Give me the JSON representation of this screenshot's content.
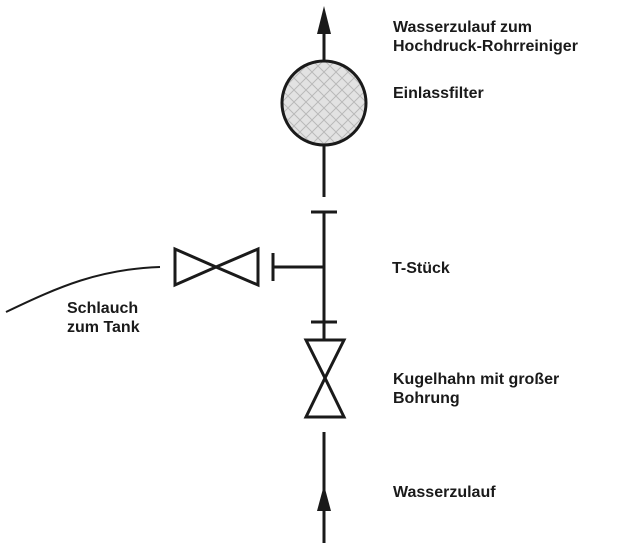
{
  "labels": {
    "outlet": {
      "line1": "Wasserzulauf zum",
      "line2": "Hochdruck-Rohrreiniger"
    },
    "filter": "Einlassfilter",
    "tee": "T-Stück",
    "hose": {
      "line1": "Schlauch",
      "line2": "zum Tank"
    },
    "ball_valve": {
      "line1": "Kugelhahn mit großer",
      "line2": "Bohrung"
    },
    "inlet": "Wasserzulauf"
  },
  "colors": {
    "line": "#1a1a1a",
    "filter_fill": "#e2e2e2",
    "filter_mesh": "#b9b9b9"
  }
}
